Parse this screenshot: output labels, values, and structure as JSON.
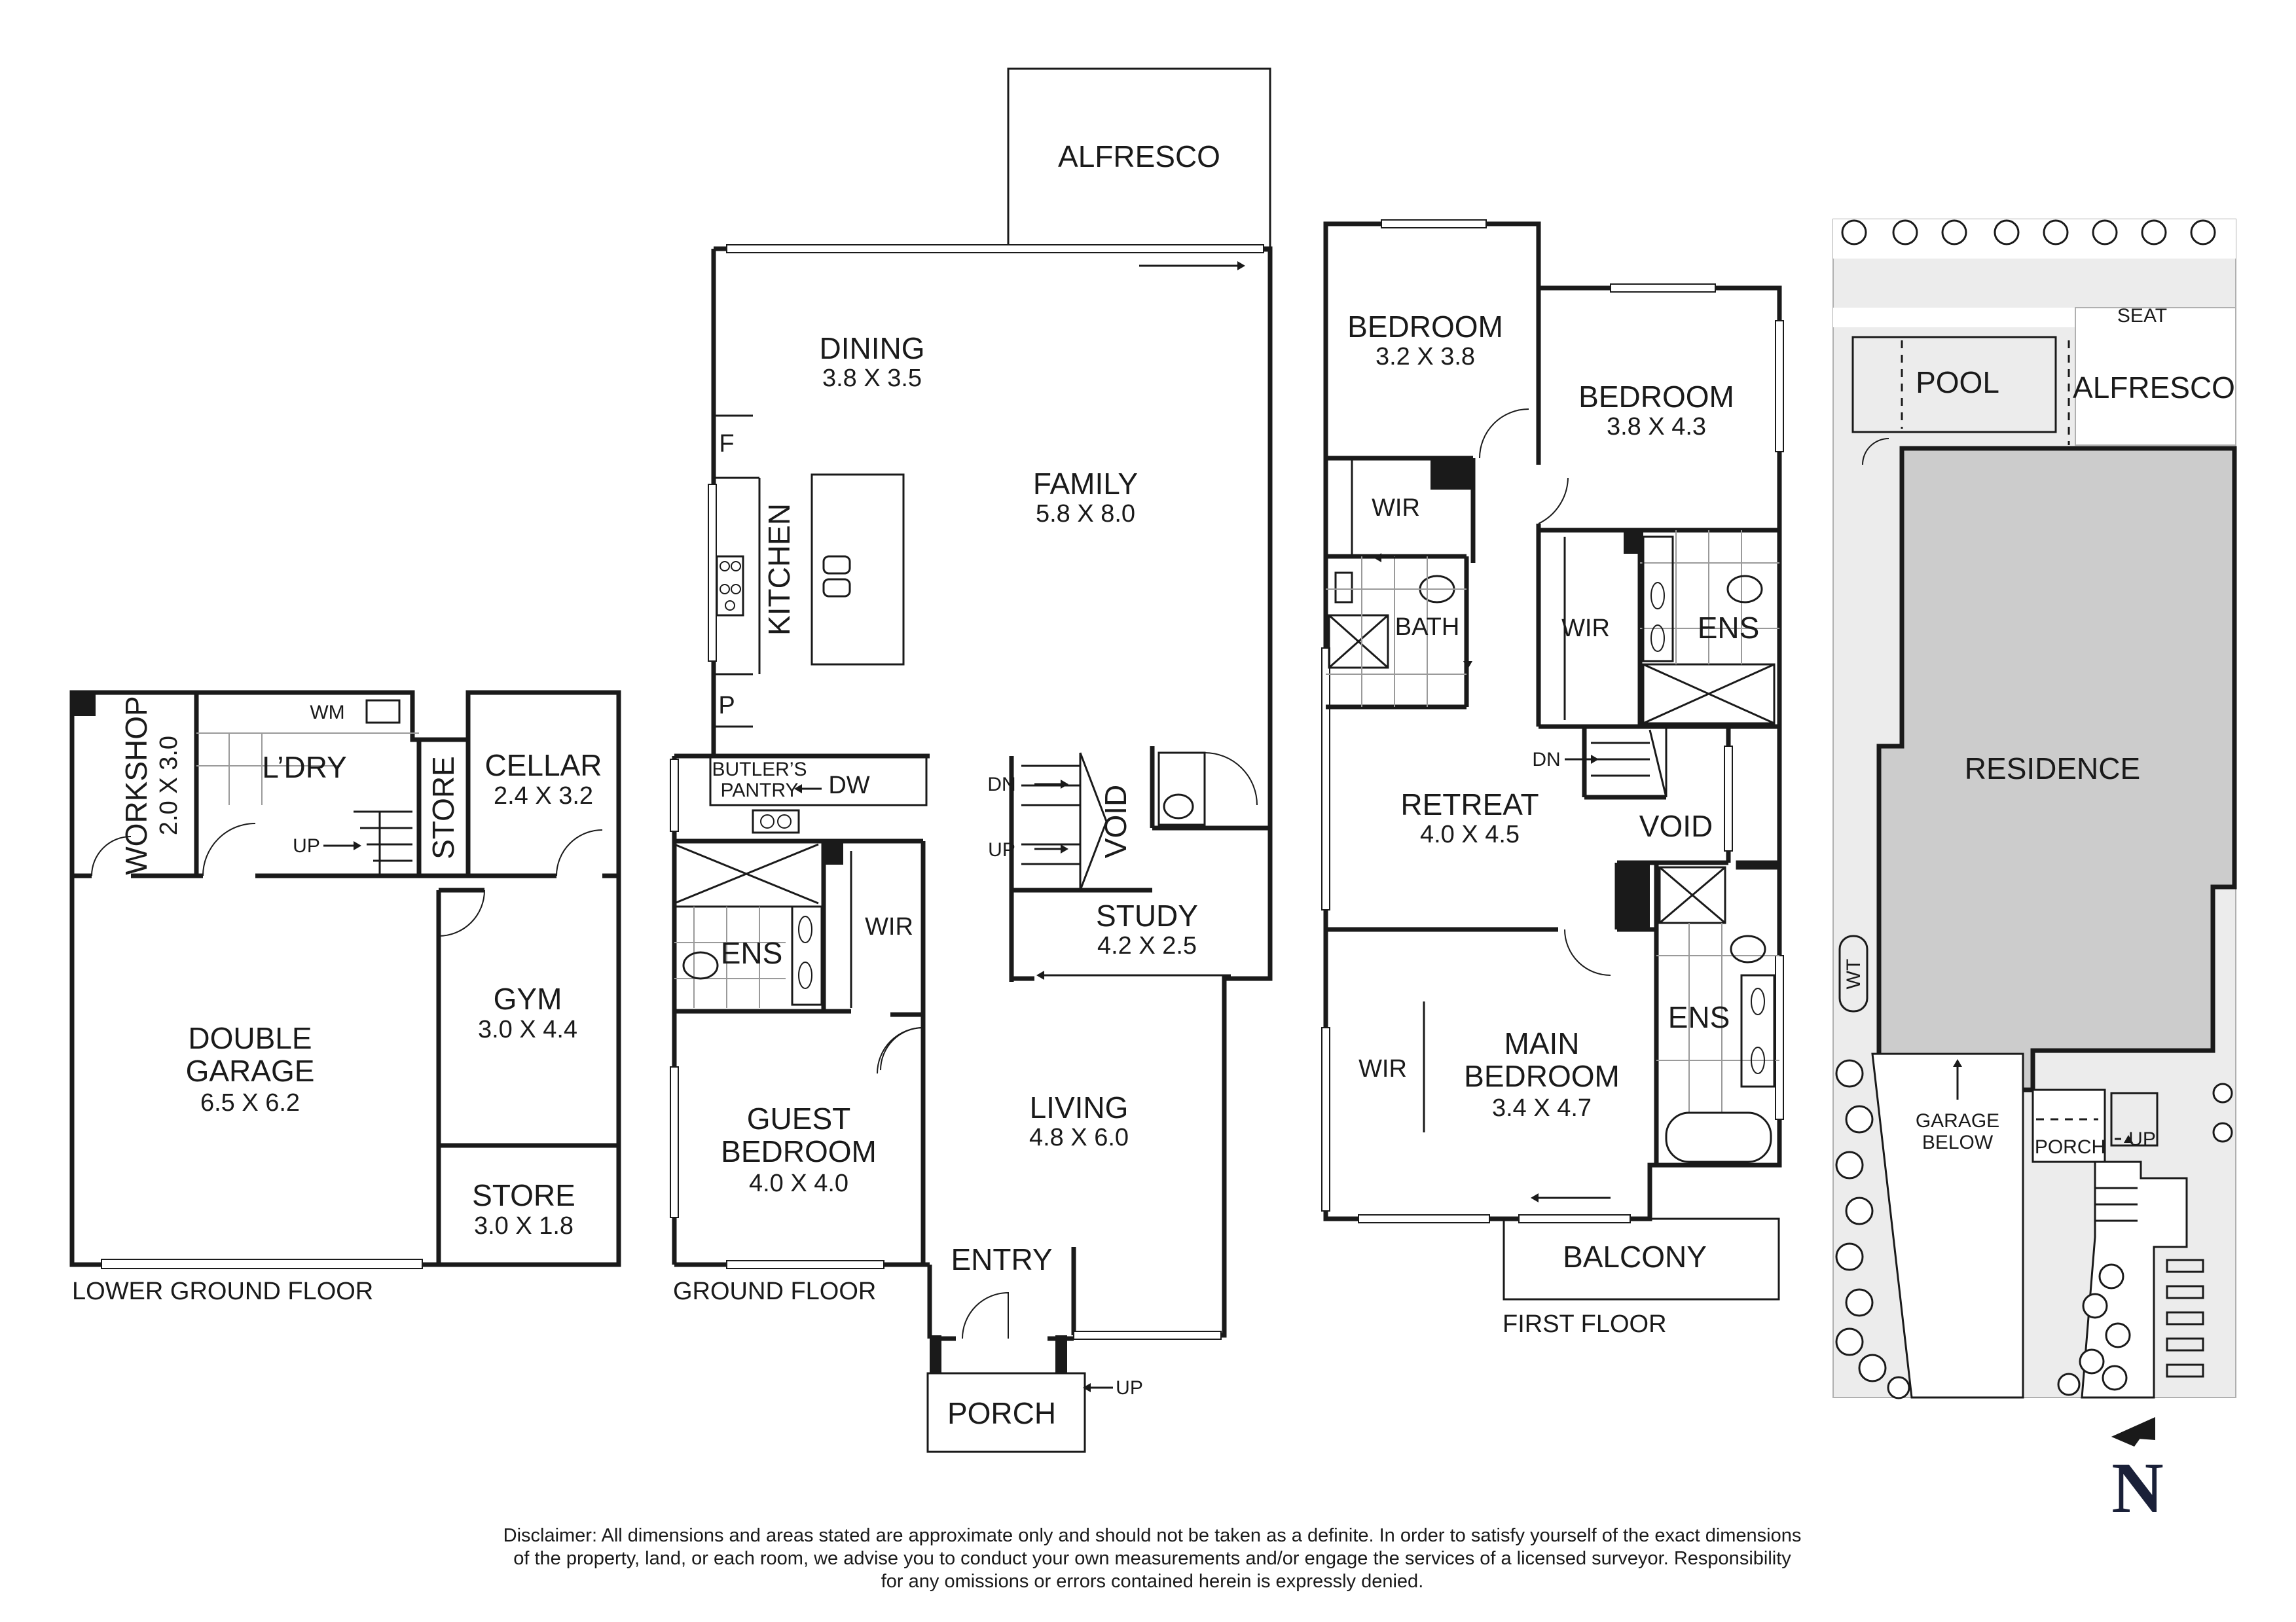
{
  "floors": {
    "lower_ground": {
      "label": "LOWER GROUND FLOOR",
      "rooms": {
        "workshop": {
          "name": "WORKSHOP",
          "dim": "2.0 X 3.0"
        },
        "wm": "WM",
        "laundry": "L’DRY",
        "store_upper": "STORE",
        "cellar": {
          "name": "CELLAR",
          "dim": "2.4 X 3.2"
        },
        "up": "UP",
        "double_garage": {
          "name_1": "DOUBLE",
          "name_2": "GARAGE",
          "dim": "6.5 X 6.2"
        },
        "gym": {
          "name": "GYM",
          "dim": "3.0 X 4.4"
        },
        "store_lower": {
          "name": "STORE",
          "dim": "3.0 X 1.8"
        }
      }
    },
    "ground": {
      "label": "GROUND FLOOR",
      "rooms": {
        "alfresco": "ALFRESCO",
        "dining": {
          "name": "DINING",
          "dim": "3.8 X 3.5"
        },
        "family": {
          "name": "FAMILY",
          "dim": "5.8 X 8.0"
        },
        "kitchen": "KITCHEN",
        "fridge": "F",
        "pantry": "P",
        "butlers_pantry_1": "BUTLER’S",
        "butlers_pantry_2": "PANTRY",
        "dishwasher": "DW",
        "ensuite": "ENS",
        "wir": "WIR",
        "void": "VOID",
        "dn": "DN",
        "up_stairs": "UP",
        "study": {
          "name": "STUDY",
          "dim": "4.2 X 2.5"
        },
        "guest_bedroom": {
          "name_1": "GUEST",
          "name_2": "BEDROOM",
          "dim": "4.0 X 4.0"
        },
        "living": {
          "name": "LIVING",
          "dim": "4.8 X 6.0"
        },
        "entry": "ENTRY",
        "porch": "PORCH",
        "up_porch": "UP"
      }
    },
    "first": {
      "label": "FIRST FLOOR",
      "rooms": {
        "bedroom_a": {
          "name": "BEDROOM",
          "dim": "3.2 X 3.8"
        },
        "bedroom_b": {
          "name": "BEDROOM",
          "dim": "3.8 X 4.3"
        },
        "wir_a": "WIR",
        "bath": "BATH",
        "wir_b": "WIR",
        "ens_b": "ENS",
        "dn": "DN",
        "retreat": {
          "name": "RETREAT",
          "dim": "4.0 X 4.5"
        },
        "void": "VOID",
        "wir_main": "WIR",
        "main_bedroom": {
          "name_1": "MAIN",
          "name_2": "BEDROOM",
          "dim": "3.4 X 4.7"
        },
        "ens_main": "ENS",
        "balcony": "BALCONY"
      }
    }
  },
  "site": {
    "seat": "SEAT",
    "pool": "POOL",
    "alfresco": "ALFRESCO",
    "residence": "RESIDENCE",
    "wt": "WT",
    "garage_below_1": "GARAGE",
    "garage_below_2": "BELOW",
    "porch": "PORCH",
    "up": "UP"
  },
  "north": "N",
  "disclaimer": {
    "line1": "Disclaimer: All dimensions and areas stated are approximate only and should not be taken as a definite. In order to satisfy yourself of the exact dimensions",
    "line2": "of the property, land, or each room, we advise you to conduct your own measurements and/or engage the services of a licensed surveyor. Responsibility",
    "line3": "for any omissions or errors contained herein is expressly denied."
  }
}
